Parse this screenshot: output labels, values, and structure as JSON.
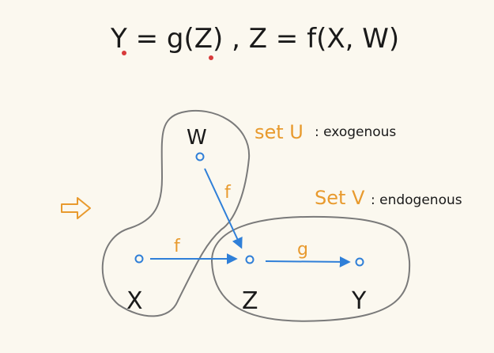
{
  "equation": {
    "text": "Y = g(Z) ,  Z = f(X, W)"
  },
  "sets": {
    "u_label": "set U",
    "u_desc": ": exogenous",
    "v_label": "Set V",
    "v_desc": ": endogenous"
  },
  "nodes": {
    "w": "W",
    "x": "X",
    "z": "Z",
    "y": "Y"
  },
  "edges": {
    "w_to_z": "f",
    "x_to_z": "f",
    "z_to_y": "g"
  },
  "colors": {
    "ink": "#1a1a1a",
    "accent": "#e89a2e",
    "node": "#2f7fd8",
    "region": "#7a7a7a",
    "mark": "#d83a3a"
  },
  "icons": {
    "arrow": "hollow-right-arrow-icon"
  }
}
